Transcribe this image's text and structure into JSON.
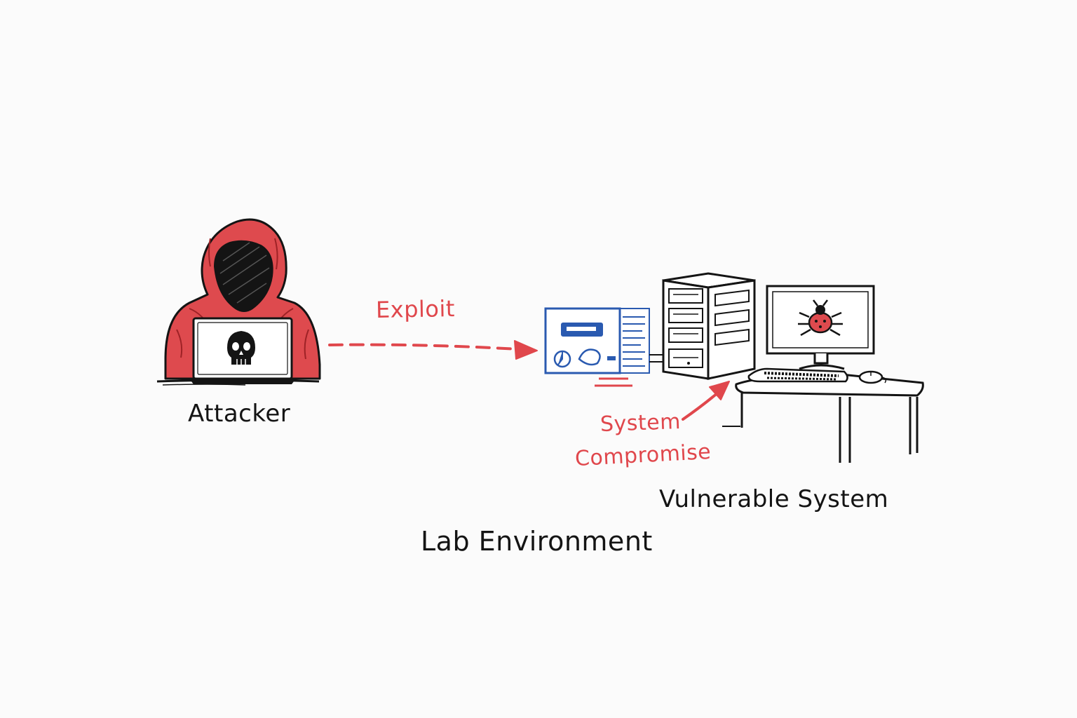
{
  "labels": {
    "attacker": "Attacker",
    "exploit": "Exploit",
    "system_compromise_line1": "System",
    "system_compromise_line2": "Compromise",
    "vulnerable_system": "Vulnerable System",
    "lab_environment": "Lab Environment"
  },
  "icons": {
    "attacker": "hooded-hacker-icon",
    "laptop": "laptop-icon",
    "skull": "skull-icon",
    "payload": "exploit-payload-icon",
    "server": "server-tower-icon",
    "monitor": "monitor-icon",
    "bug": "bug-icon",
    "desk": "desk-icon",
    "keyboard": "keyboard-icon",
    "mouse": "mouse-icon"
  },
  "colors": {
    "accent_red": "#e0474c",
    "ink": "#141414",
    "payload_blue": "#2a5ab0",
    "background": "#fbfbfb"
  }
}
